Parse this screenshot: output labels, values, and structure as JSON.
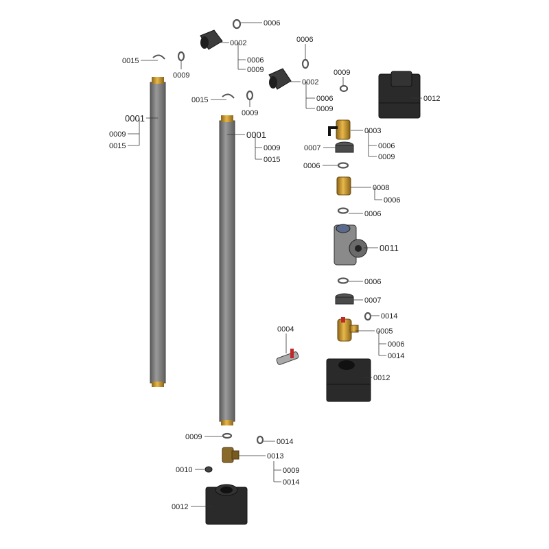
{
  "callouts": [
    "0006",
    "0002",
    "0006",
    "0009",
    "0015",
    "0009",
    "0001",
    "0009",
    "0015",
    "0006",
    "0002",
    "0006",
    "0009",
    "0009",
    "0012",
    "0015",
    "0009",
    "0001",
    "0009",
    "0015",
    "0003",
    "0006",
    "0009",
    "0007",
    "0006",
    "0008",
    "0006",
    "0006",
    "0011",
    "0006",
    "0007",
    "0014",
    "0005",
    "0006",
    "0014",
    "0004",
    "0012",
    "0009",
    "0014",
    "0013",
    "0009",
    "0014",
    "0010",
    "0012"
  ],
  "colors": {
    "pipe": "#7a7a7a",
    "brass": "#c8962e",
    "block": "#2a2a2a",
    "valve_handle": "#c0282a"
  }
}
